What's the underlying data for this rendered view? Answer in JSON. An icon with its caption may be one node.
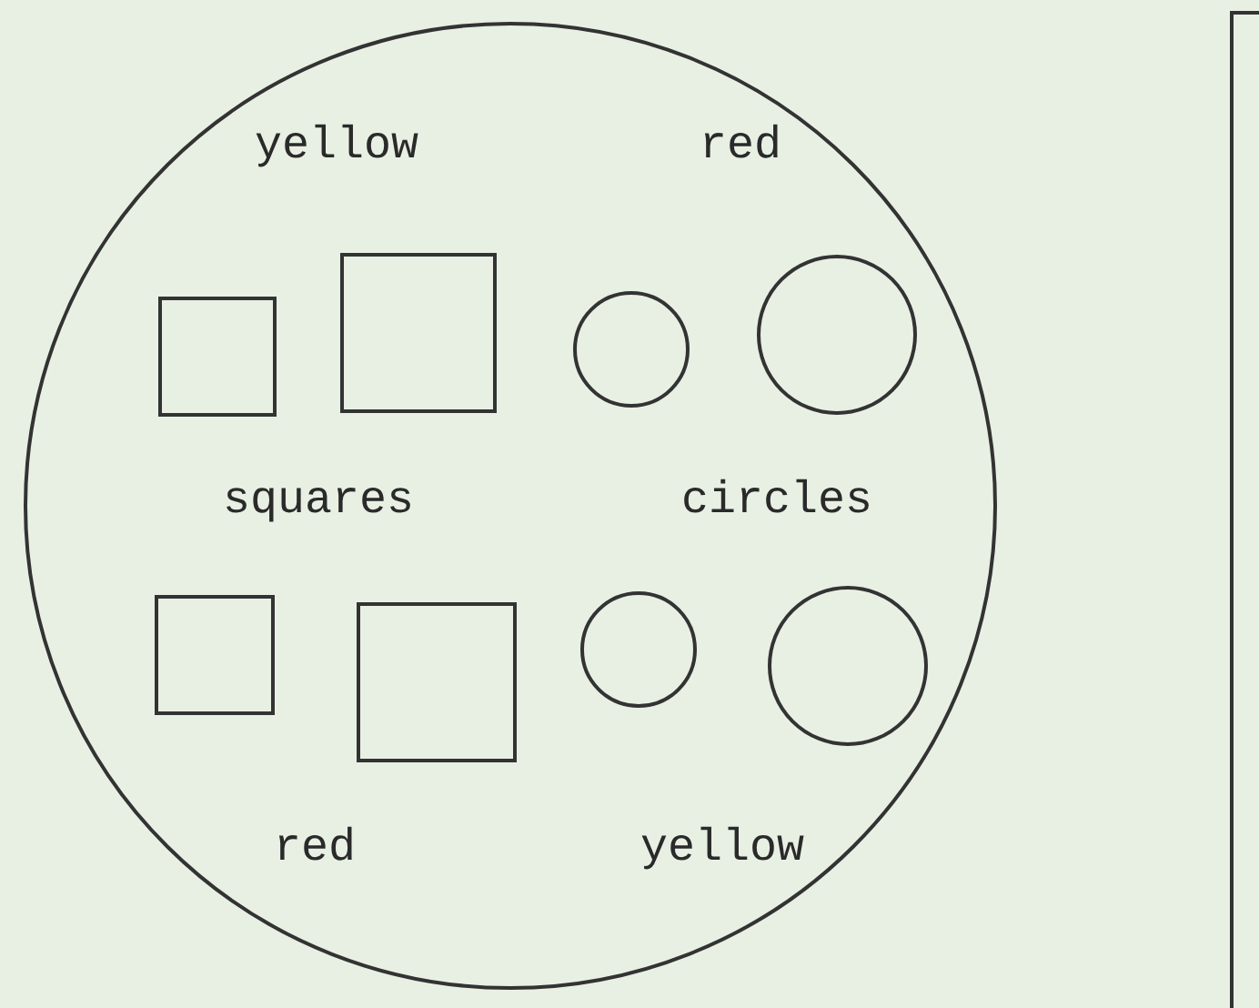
{
  "diagram": {
    "nodes": [
      {
        "text": [
          "yellow",
          "red",
          "squares",
          "circles",
          "red",
          "yellow"
        ]
      },
      {
        "text": [],
        "shape": "box",
        "in": 0
      },
      {
        "text": [],
        "shape": "box",
        "in": 0
      },
      {
        "text": [],
        "shape": "circle",
        "in": 0
      },
      {
        "text": [],
        "shape": "circle",
        "in": 0
      },
      {
        "text": [],
        "shape": "box",
        "in": 0
      },
      {
        "text": [],
        "shape": "box",
        "in": 0
      },
      {
        "text": [],
        "shape": "circle",
        "in": 0
      },
      {
        "text": [],
        "shape": "circle",
        "in": 0
      }
    ]
  }
}
